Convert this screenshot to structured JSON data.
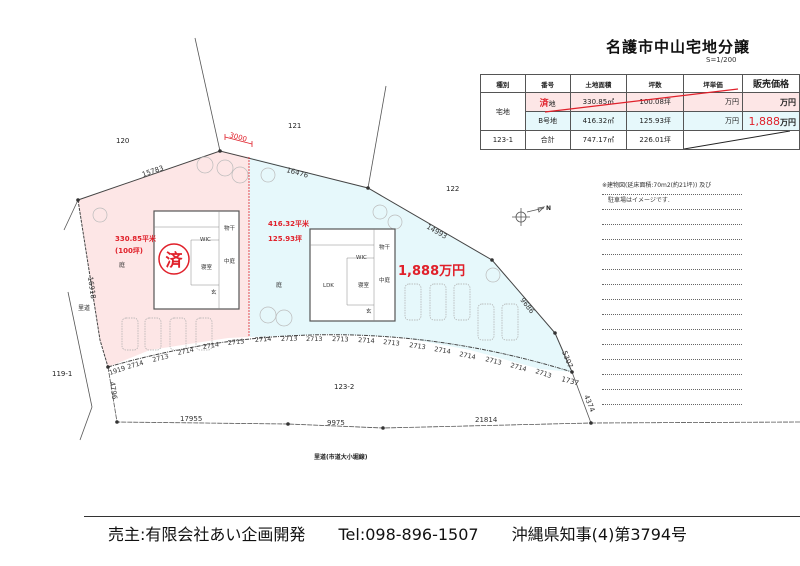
{
  "header": {
    "title": "名護市中山宅地分譲",
    "scale": "S=1/200"
  },
  "price_table": {
    "headers": [
      "種別",
      "番号",
      "土地面積",
      "坪数",
      "坪単価",
      "販売価格"
    ],
    "rows": [
      {
        "type": "宅地",
        "number": "済",
        "number_suffix": "地",
        "area": "330.85㎡",
        "tsubo": "100.08坪",
        "unit_price": "万円",
        "price": "万円",
        "status": "sold"
      },
      {
        "number": "B号地",
        "area": "416.32㎡",
        "tsubo": "125.93坪",
        "unit_price": "万円",
        "price_value": "1,888",
        "price_unit": "万円",
        "status": "available"
      }
    ],
    "total": {
      "label_left": "123-1",
      "label": "合計",
      "area": "747.17㎡",
      "tsubo": "226.01坪"
    }
  },
  "notes": {
    "lines": [
      "※建物図(延床面積:70m2(約21坪)) 及び",
      "　駐車場はイメージです.",
      "",
      "",
      "",
      "",
      "",
      "",
      "",
      "",
      "",
      "",
      "",
      "",
      "",
      ""
    ]
  },
  "plan": {
    "lot_numbers": {
      "n120": "120",
      "n121": "121",
      "n122": "122",
      "n119_1": "119-1",
      "n123_2": "123-2"
    },
    "lot_a": {
      "area_m2": "330.85平米",
      "area_tsubo": "(100坪)",
      "sold_stamp": "済",
      "garden": "庭"
    },
    "lot_b": {
      "area_m2": "416.32平米",
      "area_tsubo": "125.93坪",
      "price": "1,888万円",
      "garden": "庭"
    },
    "rooms": {
      "wic": "WIC",
      "storage": "物干",
      "bedroom": "寝室",
      "courtyard": "中庭",
      "entrance": "玄",
      "ldk": "LDK"
    },
    "dimensions": {
      "top_left": "15783",
      "top_right": "16476",
      "setback": "3000",
      "diag_right": "14993",
      "right_upper": "9686",
      "right_lower": "5307",
      "corner": "1737",
      "se_edge": "4374",
      "west": "16918",
      "sw_edge": "4796",
      "road_left": "17955",
      "road_mid": "9975",
      "road_right": "21814",
      "arc": [
        "1919",
        "2714",
        "2713",
        "2714",
        "2714",
        "2713",
        "2714",
        "2713",
        "2713",
        "2713",
        "2714",
        "2713",
        "2713",
        "2714",
        "2714",
        "2713",
        "2714",
        "2713"
      ]
    },
    "roads": {
      "west_road": "里道",
      "south_road": "里道(市道大小堀線)"
    },
    "north": "N"
  },
  "footer": {
    "seller": "売主:有限会社あい企画開発",
    "tel": "Tel:098-896-1507",
    "license": "沖縄県知事(4)第3794号"
  },
  "colors": {
    "lot_a_fill": "#fde6e6",
    "lot_b_fill": "#e6f8fb",
    "accent_red": "#e0202a"
  }
}
